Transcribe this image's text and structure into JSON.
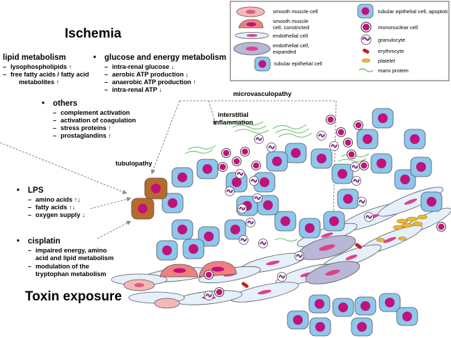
{
  "legend": {
    "smooth_muscle": "smooth muscle cell",
    "smooth_constricted_1": "smooth muscle",
    "smooth_constricted_2": "cell, constricted",
    "endothelial": "endothelial cell",
    "endothelial_exp_1": "endothelial cell,",
    "endothelial_exp_2": "expanded",
    "tubular": "tubular epithelial cell",
    "tubular_apoptotic": "tubular epithelial cell, apoptotic",
    "mononuclear": "mononuclear cell",
    "granulocyte": "granulocyte",
    "erythrocyte": "erythrocyte",
    "platelet": "platelet",
    "matrix": "marix protein"
  },
  "ischemia": {
    "title": "Ischemia",
    "lipid": {
      "heading": "lipid metabolism",
      "items": [
        "lysophospholipids ↑",
        "free fatty acids / fatty acid",
        "metabolites ↑"
      ]
    },
    "glucose": {
      "heading": "glucose and energy metabolism",
      "items": [
        "intra-renal glucose ↓",
        "aerobic ATP production ↓",
        "anaerobic ATP production  ↑",
        "intra-renal ATP ↓"
      ]
    },
    "others": {
      "heading": "others",
      "items": [
        "complement activation",
        "activation of coagulation",
        "stress proteins  ↑",
        "prostaglandins ↑"
      ]
    }
  },
  "labels": {
    "microvasculopathy": "microvasculopathy",
    "interstitial_1": "interstitial",
    "interstitial_2": "inflammation",
    "tubulopathy": "tubulopathy"
  },
  "lps": {
    "heading": "LPS",
    "items": [
      "amino acids ↑↓",
      "fatty acids ↑↓",
      "oxygen supply ↓"
    ]
  },
  "cisplatin": {
    "heading": "cisplatin",
    "items": [
      "impaired energy, amino",
      "acid and lipid metabolism",
      "modulation of the",
      "tryptophan metabolism"
    ]
  },
  "toxin": {
    "title": "Toxin exposure"
  },
  "colors": {
    "tubular_fill": "#8ec6ec",
    "nucleus": "#c0127a",
    "apoptotic_fill": "#b86a2a",
    "smooth_fill": "#f5b8b8",
    "endothelial_fill": "#e6f0fb",
    "endothelial_exp_fill": "#b9b7d8",
    "granulocyte": "#8a3a9a",
    "erythrocyte": "#c42020",
    "platelet": "#e8b832",
    "matrix": "#6ac06a"
  }
}
